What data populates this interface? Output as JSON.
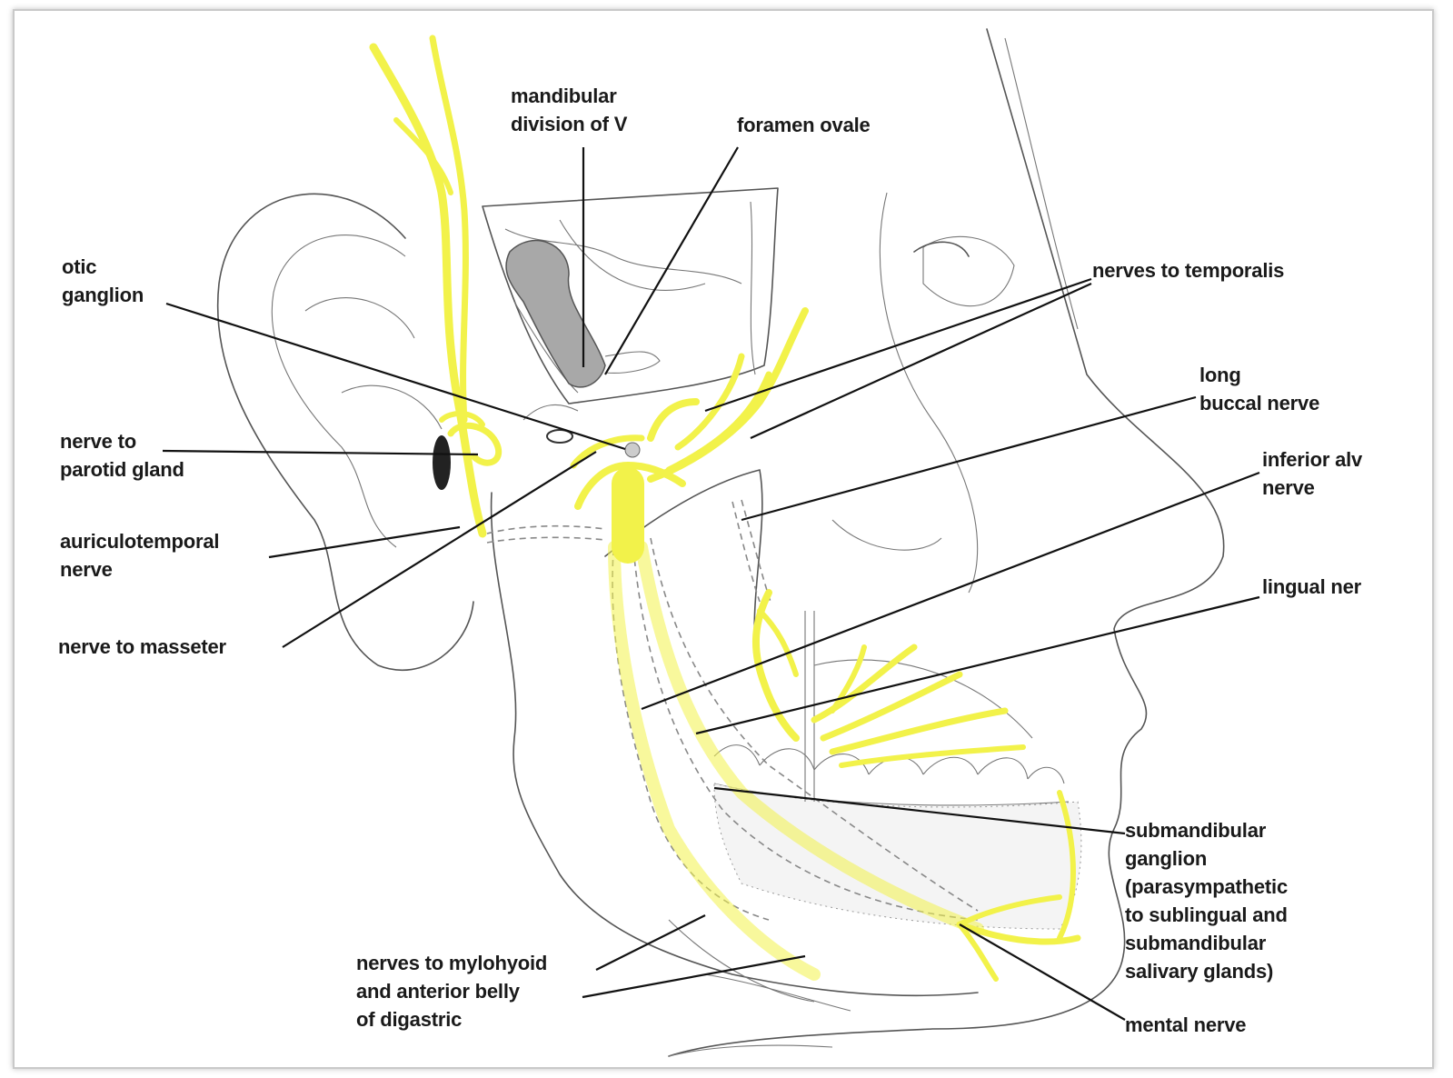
{
  "labels": {
    "mandibular": "mandibular\ndivision of V",
    "foramen_ovale": "foramen ovale",
    "otic": "otic\nganglion",
    "temporalis": "nerves to temporalis",
    "long_buccal": "long\nbuccal nerve",
    "parotid": "nerve to\nparotid gland",
    "inferior_alv": "inferior alv\nnerve",
    "auriculotemporal": "auriculotemporal\nnerve",
    "lingual": "lingual ner",
    "masseter": "nerve to masseter",
    "submandibular": "submandibular\nganglion\n(parasympathetic\nto sublingual and\nsubmandibular\nsalivary glands)",
    "mylohyoid": "nerves to mylohyoid\nand anterior belly\nof digastric",
    "mental": "mental nerve"
  },
  "colors": {
    "nerve": "#f2f24a",
    "line": "#111111",
    "background": "#ffffff"
  }
}
